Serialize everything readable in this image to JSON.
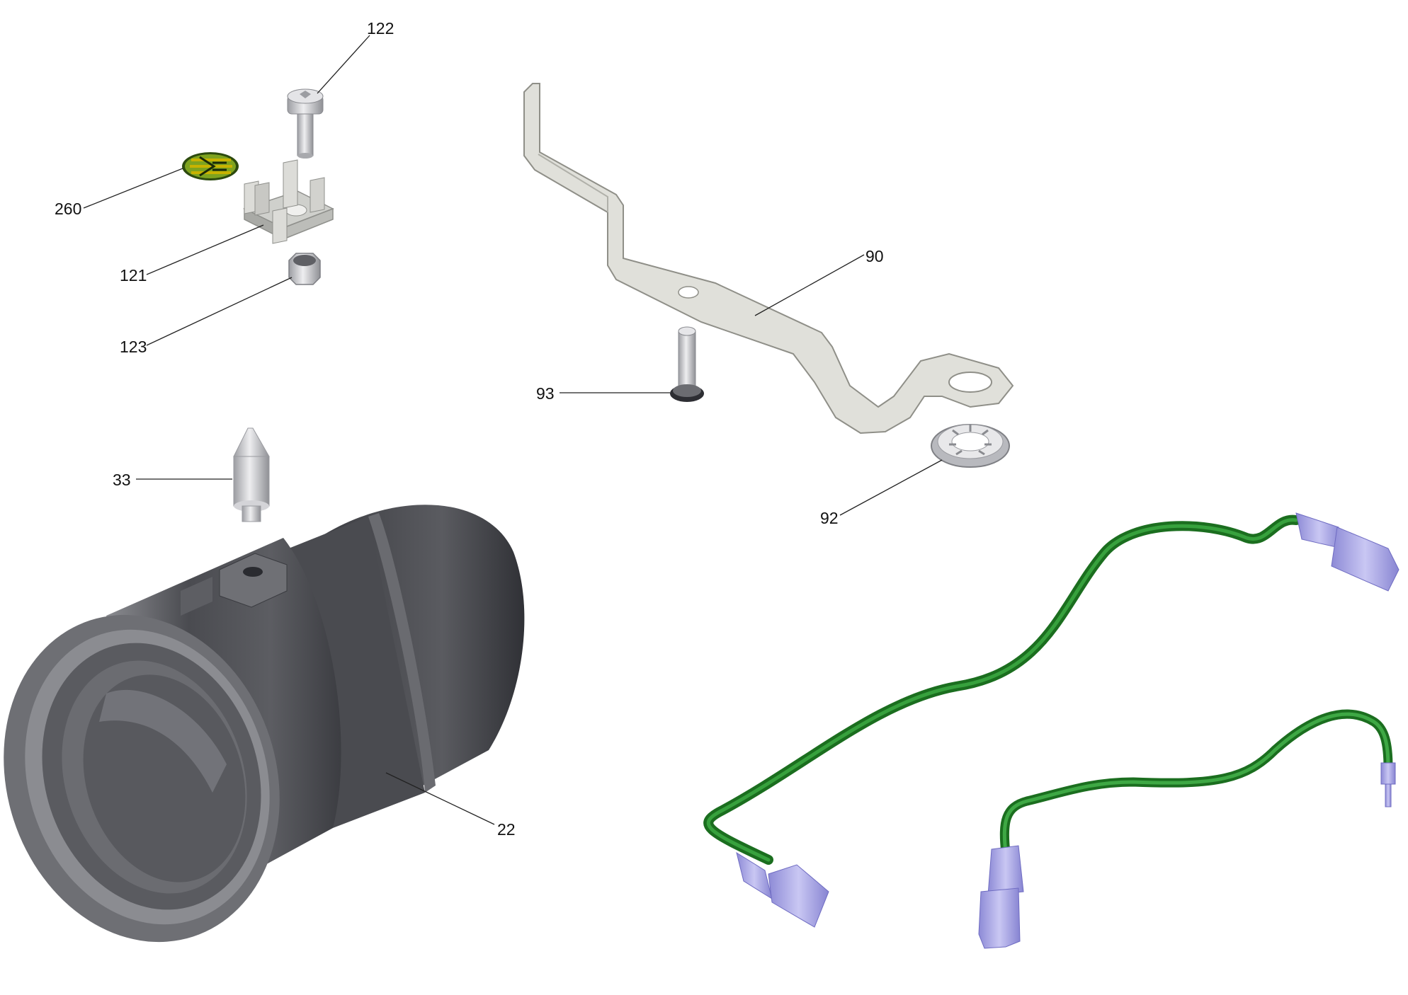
{
  "callouts": {
    "c122": "122",
    "c260": "260",
    "c121": "121",
    "c123": "123",
    "c90": "90",
    "c93": "93",
    "c33": "33",
    "c92": "92",
    "c22": "22"
  },
  "colors": {
    "wire": "#1f8a25",
    "terminal": "#a9a6ea",
    "housing": "#55565b",
    "bracket": "#d9d8d2",
    "metal": "#c9cace"
  }
}
